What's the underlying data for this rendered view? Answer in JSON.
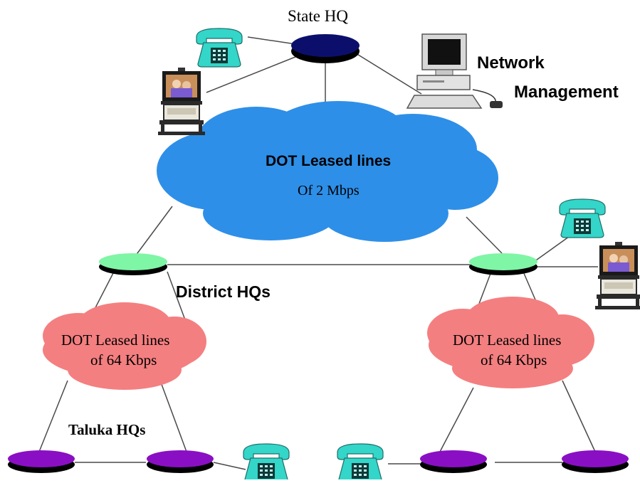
{
  "diagram": {
    "state_hq": {
      "label": "State HQ"
    },
    "network_management": {
      "line1": "Network",
      "line2": "Management"
    },
    "backbone_cloud": {
      "line1": "DOT Leased lines",
      "line2": "Of 2 Mbps",
      "color": "#2e8fe8"
    },
    "district_label": "District HQs",
    "district_cloud_left": {
      "line1": "DOT Leased lines",
      "line2": "of 64 Kbps",
      "color": "#f47f80"
    },
    "district_cloud_right": {
      "line1": "DOT Leased lines",
      "line2": "of 64 Kbps",
      "color": "#f47f80"
    },
    "taluka_label": "Taluka HQs",
    "colors": {
      "state_node": "#0b0f6b",
      "district_node": "#7ff5a6",
      "taluka_node": "#8a0fc4",
      "phone": "#33d6c8",
      "line": "#4a4a4a"
    }
  }
}
